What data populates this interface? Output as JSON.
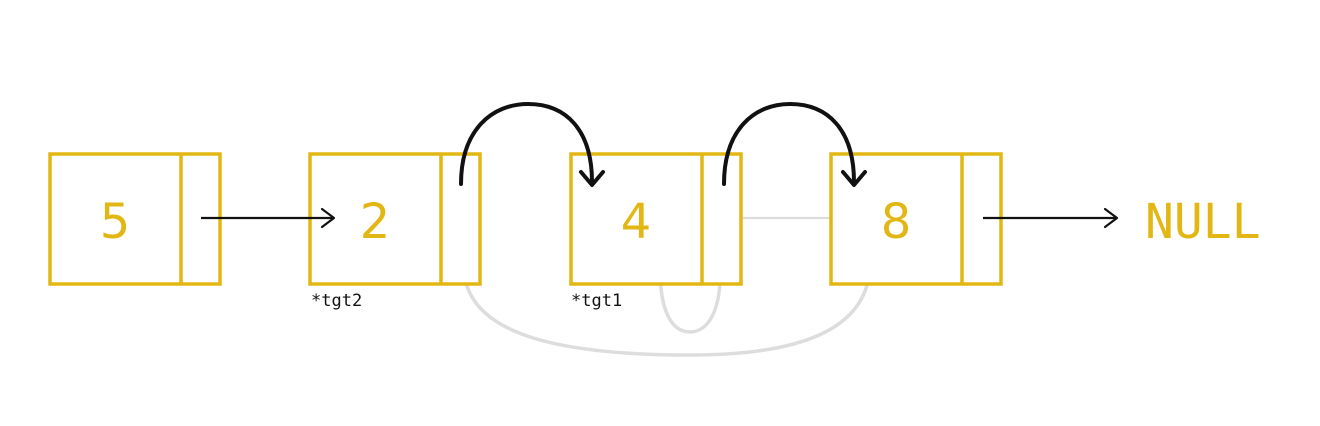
{
  "nodes": [
    {
      "value": "5",
      "label": ""
    },
    {
      "value": "2",
      "label": "*tgt2"
    },
    {
      "value": "4",
      "label": "*tgt1"
    },
    {
      "value": "8",
      "label": ""
    }
  ],
  "terminal": "NULL",
  "colors": {
    "node": "#e2b714",
    "link": "#111111",
    "faded_link": "#dcdcdc"
  }
}
